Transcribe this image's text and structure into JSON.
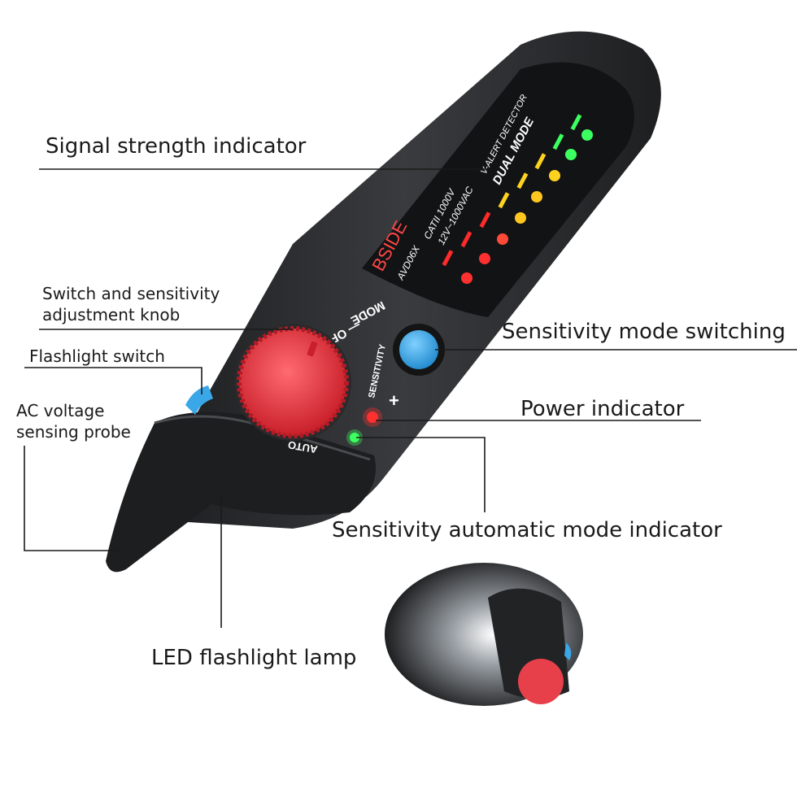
{
  "callouts": {
    "signal_strength": "Signal strength indicator",
    "knob_line1": "Switch and sensitivity",
    "knob_line2": "adjustment knob",
    "flashlight_switch": "Flashlight switch",
    "probe_line1": "AC voltage",
    "probe_line2": "sensing probe",
    "mode_switching": "Sensitivity mode switching",
    "power_indicator": "Power indicator",
    "auto_mode_indicator": "Sensitivity automatic mode indicator",
    "led_lamp": "LED flashlight lamp"
  },
  "device": {
    "brand": "BSIDE",
    "model": "AVD06X",
    "rating_line1": "CATII 1000V",
    "rating_line2": "12V~1000VAC",
    "detector_line1": "V-ALERT DETECTOR",
    "detector_line2": "DUAL MODE",
    "mode_label": "MODE",
    "off_label": "— OFF",
    "sensitivity_label": "SENSITIVITY",
    "plus_label": "+",
    "auto_label": "AUTO"
  },
  "colors": {
    "body": "#2b2c2e",
    "knob": "#e8404a",
    "mode_button": "#3aa8e8",
    "led_red": "#ff3030",
    "led_yellow": "#ffd21f",
    "led_green": "#3cff60"
  }
}
